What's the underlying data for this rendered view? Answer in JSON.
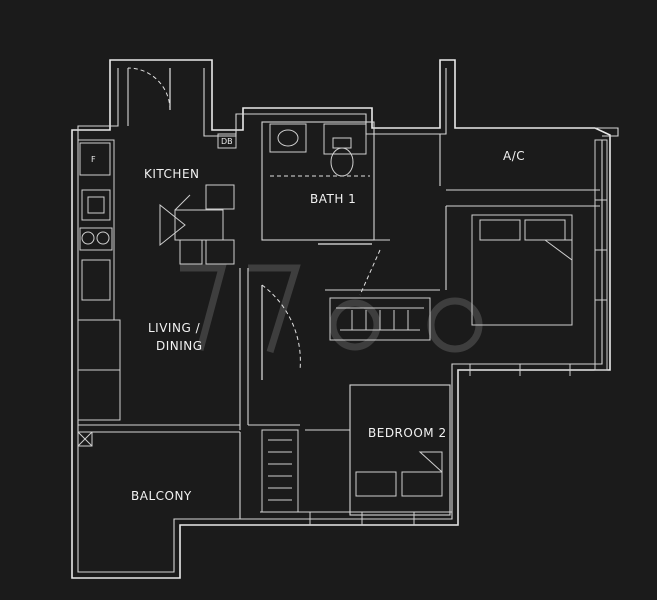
{
  "floorplan": {
    "rooms": {
      "kitchen": "KITCHEN",
      "bath": "BATH  1",
      "ac": "A/C",
      "living_line1": "LIVING /",
      "living_line2": "DINING",
      "bedroom2": "BEDROOM  2",
      "balcony": "BALCONY"
    },
    "tags": {
      "fridge": "F",
      "db": "DB"
    }
  }
}
